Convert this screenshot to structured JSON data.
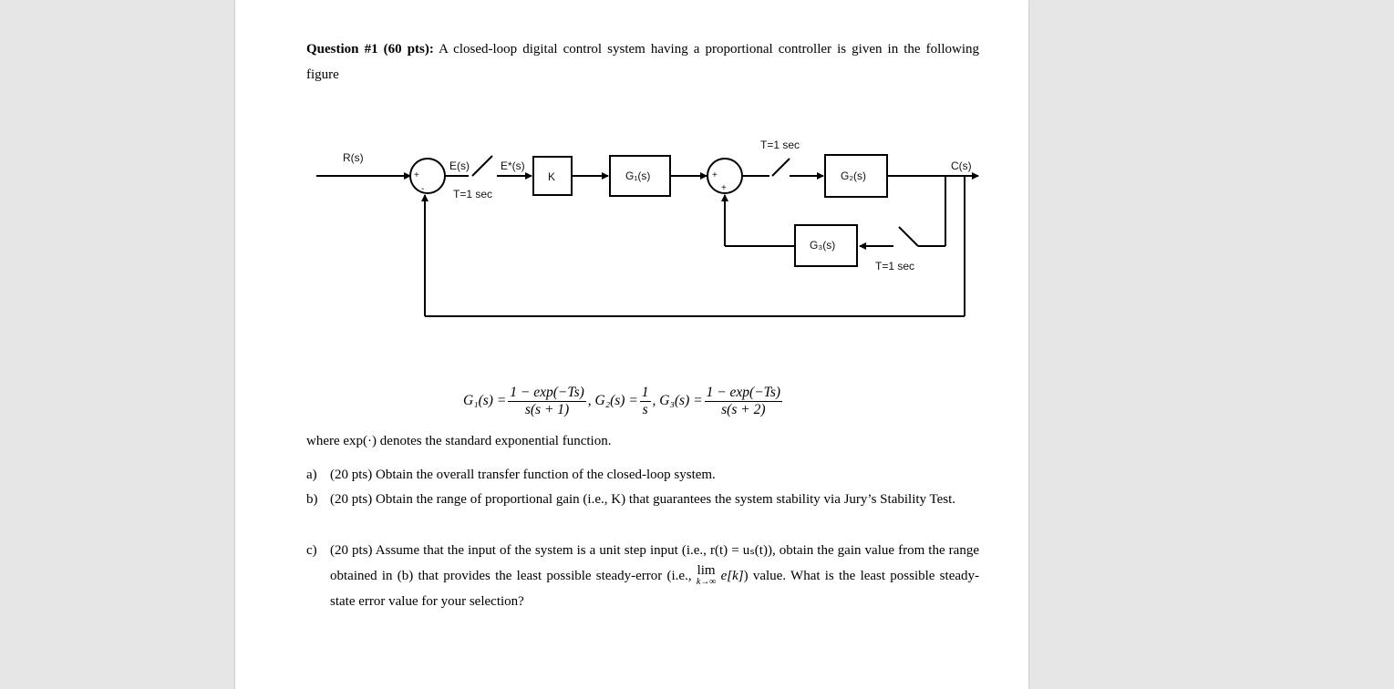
{
  "question": {
    "heading": "Question #1 (60 pts):",
    "intro": "A closed-loop digital control system having a proportional controller is given in the following figure"
  },
  "diagram": {
    "labels": {
      "input": "R(s)",
      "error": "E(s)",
      "sampled_error": "E*(s)",
      "gain": "K",
      "g1": "G₁(s)",
      "g2": "G₂(s)",
      "g3": "G₃(s)",
      "output": "C(s)",
      "sampler1_period": "T=1 sec",
      "sampler2_period": "T=1 sec",
      "sampler3_period": "T=1 sec",
      "sum1_plus": "+",
      "sum1_minus": "-",
      "sum2_plus_left": "+",
      "sum2_plus_bottom": "+"
    }
  },
  "equations": {
    "g1_lhs": "G₁(s) =",
    "g1_num": "1 − exp(−Ts)",
    "g1_den": "s(s + 1)",
    "g2_lhs": ", G₂(s) =",
    "g2_num": "1",
    "g2_den": "s",
    "g3_lhs": ", G₃(s) =",
    "g3_num": "1 − exp(−Ts)",
    "g3_den": "s(s + 2)"
  },
  "where_text": "where exp(·) denotes the standard exponential function.",
  "parts": [
    {
      "marker": "a)",
      "text": "(20 pts) Obtain the overall transfer function of the closed-loop system."
    },
    {
      "marker": "b)",
      "text": "(20 pts) Obtain the range of proportional gain (i.e., K) that guarantees the system stability via Jury’s Stability Test."
    },
    {
      "marker": "c)",
      "text_1": "(20 pts) Assume that the input of the system is a unit step input (i.e., r(t) = uₛ(t)), obtain the gain value from the range obtained in (b) that provides the least possible steady-error (i.e., ",
      "lim_word": "lim",
      "lim_sub": "k→∞",
      "lim_arg": " e[k]",
      "text_2": ") value. What is the least possible steady-state error value for your selection?"
    }
  ]
}
